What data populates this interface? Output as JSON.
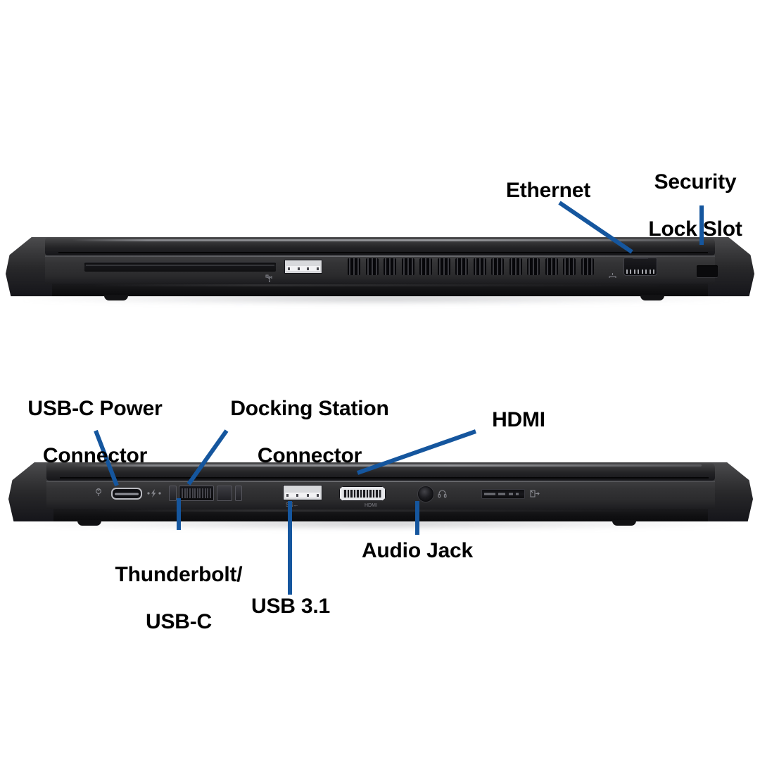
{
  "figure": {
    "kind": "laptop-port-diagram",
    "device": "ThinkPad-style business laptop",
    "background_color": "#ffffff",
    "leader_line_color": "#15569E",
    "label_text_color": "#000000"
  },
  "views": [
    {
      "id": "right-side-view",
      "name": "right-side-view",
      "ports": [
        {
          "name": "smart-card-slot",
          "icon": "usb-icon"
        },
        {
          "name": "usb-a-port",
          "icon": "usb-icon"
        },
        {
          "name": "ventilation-grille",
          "cells": 14
        },
        {
          "name": "ethernet-port",
          "icon": "network-icon"
        },
        {
          "name": "security-lock-slot"
        }
      ]
    },
    {
      "id": "left-side-view",
      "name": "left-side-view",
      "ports": [
        {
          "name": "usb-c-power-port",
          "icon": "power-plug-icon"
        },
        {
          "name": "docking-connector",
          "icon": "thunderbolt-icon"
        },
        {
          "name": "usb-a-port",
          "icon": "ss-usb-icon"
        },
        {
          "name": "hdmi-port",
          "icon": "hdmi-icon"
        },
        {
          "name": "audio-jack",
          "icon": "headphone-icon"
        },
        {
          "name": "sim-card-slot",
          "icon": "sim-card-icon"
        }
      ]
    }
  ],
  "callouts": [
    {
      "id": "ethernet",
      "text": "Ethernet",
      "lines": [
        "Ethernet"
      ],
      "font_size": 30,
      "target_view": "right-side-view",
      "target_port": "ethernet-port"
    },
    {
      "id": "security-lock-slot",
      "text": "Security Lock Slot",
      "lines": [
        "Security",
        "Lock Slot"
      ],
      "font_size": 30,
      "target_view": "right-side-view",
      "target_port": "security-lock-slot"
    },
    {
      "id": "usb-c-power-connector",
      "text": "USB-C Power Connector",
      "lines": [
        "USB-C Power",
        "Connector"
      ],
      "font_size": 30,
      "target_view": "left-side-view",
      "target_port": "usb-c-power-port"
    },
    {
      "id": "docking-station-connector",
      "text": "Docking Station Connector",
      "lines": [
        "Docking Station",
        "Connector"
      ],
      "font_size": 30,
      "target_view": "left-side-view",
      "target_port": "docking-connector"
    },
    {
      "id": "hdmi",
      "text": "HDMI",
      "lines": [
        "HDMI"
      ],
      "font_size": 30,
      "target_view": "left-side-view",
      "target_port": "hdmi-port"
    },
    {
      "id": "thunderbolt-usb-c",
      "text": "Thunderbolt/ USB-C",
      "lines": [
        "Thunderbolt/",
        "USB-C"
      ],
      "font_size": 30,
      "target_view": "left-side-view",
      "target_port": "docking-connector"
    },
    {
      "id": "usb-3-1",
      "text": "USB 3.1",
      "lines": [
        "USB 3.1"
      ],
      "font_size": 30,
      "target_view": "left-side-view",
      "target_port": "usb-a-port"
    },
    {
      "id": "audio-jack",
      "text": "Audio Jack",
      "lines": [
        "Audio Jack"
      ],
      "font_size": 30,
      "target_view": "left-side-view",
      "target_port": "audio-jack"
    }
  ]
}
